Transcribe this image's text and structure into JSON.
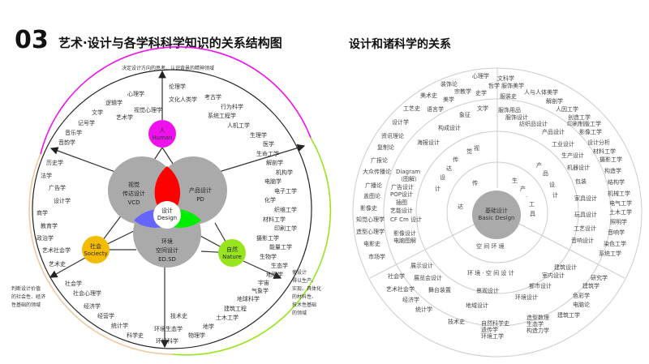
{
  "left": {
    "number": "03",
    "title": "艺术·设计与各学科科学知识的关系结构图",
    "top_note": "决定设计方向的思考、认识背景的精神领域",
    "left_note": [
      "判断设计价值",
      "的社会性、经济",
      "性基础的领域"
    ],
    "right_note": [
      "使设计",
      "得以生产、",
      "实现、具体化",
      "的材料性、",
      "技术性基础",
      "的领域"
    ],
    "nodes": {
      "human": [
        "人",
        "Human"
      ],
      "society": [
        "社会",
        "Sociecty"
      ],
      "nature": [
        "自然",
        "Nature"
      ],
      "vcd": [
        "视觉",
        "传达设计",
        "VCD"
      ],
      "pd": [
        "产品设计",
        "PD"
      ],
      "ed": [
        "环境",
        "空间设计",
        "ED.SD"
      ],
      "design": [
        "设计",
        "Design"
      ]
    },
    "colors": {
      "human": "#ee11ee",
      "society": "#f5bb00",
      "nature": "#99e51c",
      "red": "#ff0000",
      "green": "#00e000",
      "blue": "#6666ff",
      "gray": "#aaaaaa"
    },
    "disciplines": [
      "伦理学",
      "文化人类学",
      "考古学",
      "行为科学",
      "系统工程学",
      "人机工学",
      "生理学",
      "医学",
      "生命工学",
      "解剖学",
      "机构学",
      "电脑学",
      "电子工学",
      "化学",
      "织维工学",
      "材料工学",
      "印刷工学",
      "摄影工学",
      "能量工学",
      "生物学",
      "生态学",
      "地理学",
      "宇宙",
      "气象学",
      "地球科学",
      "建筑工程",
      "土木工学",
      "地学",
      "物理学",
      "环境科学",
      "环境生态学",
      "技术史",
      "科学史",
      "统计学",
      "经营学",
      "经济学",
      "社会心理学",
      "社会学",
      "艺术史",
      "艺术社会学",
      "政治学",
      "教育学",
      "商学",
      "设计学",
      "广告学",
      "法学",
      "历史学",
      "音韵学",
      "音乐学",
      "记号学",
      "文学",
      "逻辑学",
      "心理学",
      "艺术学",
      "视觉心理学"
    ]
  },
  "right": {
    "title": "设计和诸科学的关系",
    "center": [
      "基础设计",
      "Basic Design"
    ],
    "labels": [
      "心理学",
      "装饰论",
      "宗教学",
      "史学",
      "美术史",
      "美学",
      "工艺史",
      "语言学",
      "文学",
      "象征",
      "设计学",
      "构成设计",
      "资讯理论",
      "海报设计",
      "复制论",
      "广报论",
      "大众传播论",
      "Diagram",
      "（图解）",
      "广播论",
      "广告设计",
      "盖图论",
      "POP设计",
      "插图",
      "影像史",
      "艺能设计",
      "知觉心理学",
      "CF Cm 设计",
      "造型心理学",
      "影像设计",
      "电脑图解",
      "电影史",
      "市场学",
      "展示设计",
      "社会学",
      "展览会设计",
      "艺术社会学",
      "舞台装置",
      "景观设计",
      "经济学",
      "地域设计",
      "统计学",
      "技术史",
      "自然科学史",
      "遗传学",
      "环境工学",
      "文科学",
      "哲学",
      "服饰美学",
      "人与人体美学",
      "服装史",
      "解剖学",
      "服饰用品",
      "人因工学",
      "服饰设计",
      "创造工学",
      "纺织品设计",
      "印刷制版工学",
      "产品设计",
      "影像工学",
      "工业设计",
      "设计分析",
      "生产设计",
      "材料工学",
      "摄影工学",
      "机器设计",
      "构造学",
      "包装",
      "结构学",
      "家具设计",
      "机械工学",
      "电气工学",
      "土木工学",
      "玩具设计",
      "照明学",
      "工艺设计",
      "音响学",
      "音响设计",
      "染色工学",
      "系统工学",
      "建筑设计",
      "室内设计",
      "研究学",
      "都市设计",
      "建筑学",
      "环境设计",
      "色彩学",
      "电脑论",
      "建筑工学",
      "造型数理",
      "生态学",
      "构造力学"
    ],
    "ring_labels": [
      "视",
      "觉",
      "传",
      "达",
      "设",
      "计",
      "传",
      "达",
      "产",
      "品",
      "设",
      "计",
      "生",
      "产",
      "·",
      "工",
      "具",
      "空 间 环 境",
      "环 境 · 空 间 设 计"
    ]
  }
}
